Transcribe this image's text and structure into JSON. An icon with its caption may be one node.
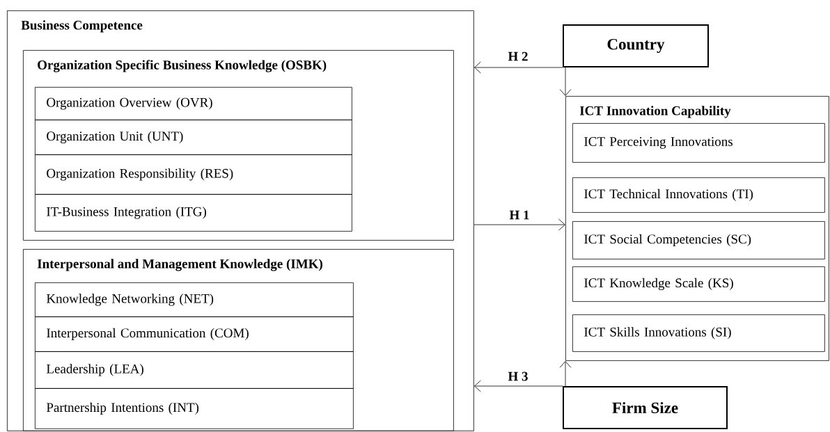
{
  "diagram": {
    "nodes": [
      {
        "text": [
          "Business Competence"
        ]
      },
      {
        "text": [
          "Organization Specific Business Knowledge (OSBK)"
        ],
        "in": 0
      },
      {
        "text": [
          "Organization Overview (OVR)"
        ],
        "in": 1
      },
      {
        "text": [
          "Organization Unit (UNT)"
        ],
        "in": 1
      },
      {
        "text": [
          "Organization Responsibility (RES)"
        ],
        "in": 1
      },
      {
        "text": [
          "IT-Business Integration (ITG)"
        ],
        "in": 1
      },
      {
        "text": [
          "Interpersonal and Management Knowledge (IMK)"
        ],
        "in": 0
      },
      {
        "text": [
          "Knowledge Networking (NET)"
        ],
        "in": 6
      },
      {
        "text": [
          "Interpersonal Communication (COM)"
        ],
        "in": 6
      },
      {
        "text": [
          "Leadership (LEA)"
        ],
        "in": 6
      },
      {
        "text": [
          "Partnership Intentions (INT)"
        ],
        "in": 6
      },
      {
        "text": [
          "Country"
        ]
      },
      {
        "text": [
          "ICT Innovation Capability"
        ]
      },
      {
        "text": [
          "ICT Perceiving Innovations"
        ],
        "in": 12
      },
      {
        "text": [
          "ICT Technical Innovations (TI)"
        ],
        "in": 12
      },
      {
        "text": [
          "ICT Social Competencies (SC)"
        ],
        "in": 12
      },
      {
        "text": [
          "ICT Knowledge Scale (KS)"
        ],
        "in": 12
      },
      {
        "text": [
          "ICT Skills Innovations (SI)"
        ],
        "in": 12
      },
      {
        "text": [
          "Firm Size"
        ]
      }
    ],
    "edges": [
      {
        "from": 11,
        "to": 0,
        "arrow": "to",
        "label": "H 2"
      },
      {
        "from": 11,
        "to": 12,
        "arrow": "to"
      },
      {
        "from": 0,
        "to": 12,
        "arrow": "to",
        "label": "H 1"
      },
      {
        "from": 18,
        "to": 0,
        "arrow": "to",
        "label": "H 3"
      },
      {
        "from": 18,
        "to": 12,
        "arrow": "to"
      }
    ]
  }
}
